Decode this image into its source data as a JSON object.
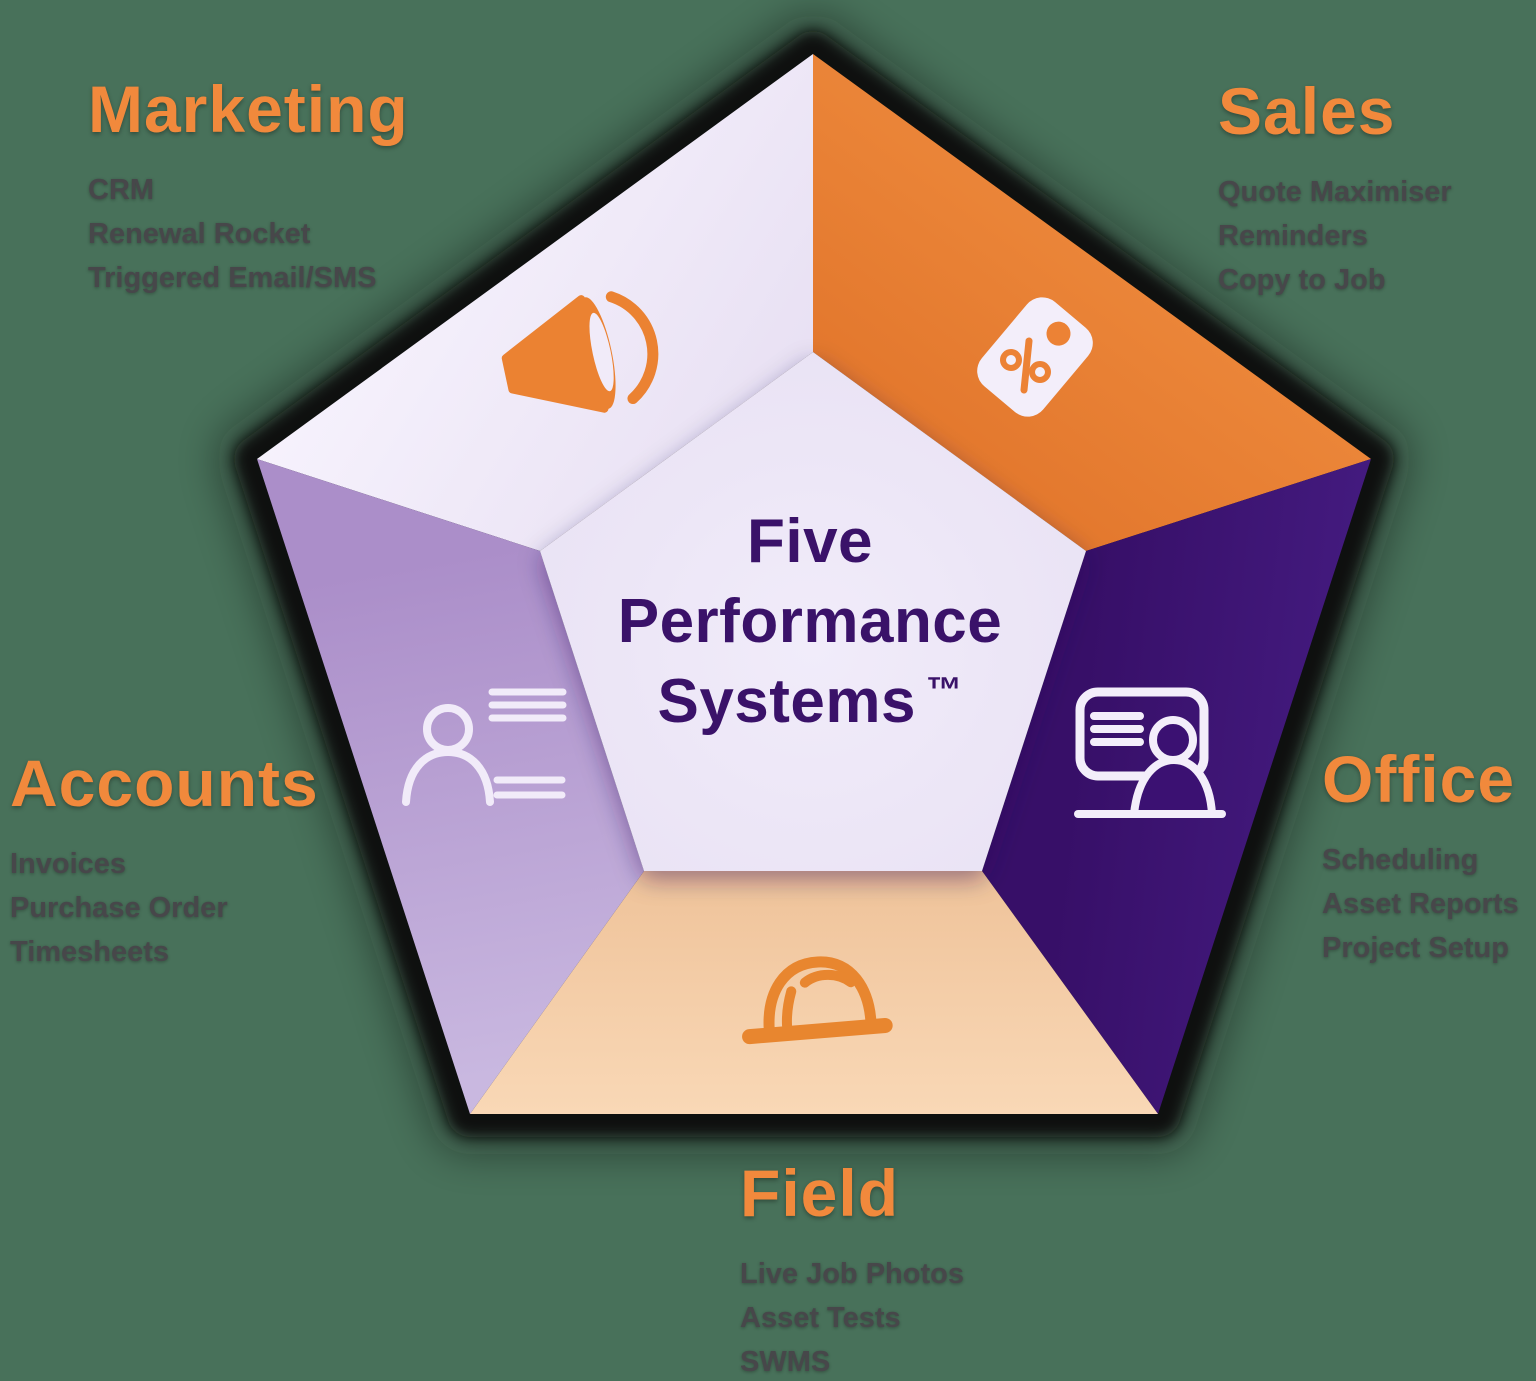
{
  "background_color": "#48715A",
  "center_title": {
    "line1": "Five",
    "line2": "Performance",
    "line3": "Systems",
    "trademark": "™",
    "text_color": "#3A1269"
  },
  "heading_color": "#F1893C",
  "item_text_color": "#47474A",
  "sections": {
    "marketing": {
      "label": "Marketing",
      "items": [
        "CRM",
        "Renewal Rocket",
        "Triggered Email/SMS"
      ],
      "icon": "megaphone-icon",
      "segment_color": "#F2EDFA"
    },
    "sales": {
      "label": "Sales",
      "items": [
        "Quote Maximiser",
        "Reminders",
        "Copy to Job"
      ],
      "icon": "price-tag-icon",
      "segment_color": "#EC8235"
    },
    "office": {
      "label": "Office",
      "items": [
        "Scheduling",
        "Asset Reports",
        "Project Setup"
      ],
      "icon": "monitor-person-icon",
      "segment_color": "#3B1172"
    },
    "field": {
      "label": "Field",
      "items": [
        "Live Job Photos",
        "Asset Tests",
        "SWMS"
      ],
      "icon": "hard-hat-icon",
      "segment_color": "#F5CEA8"
    },
    "accounts": {
      "label": "Accounts",
      "items": [
        "Invoices",
        "Purchase Order",
        "Timesheets"
      ],
      "icon": "person-notes-icon",
      "segment_color": "#B49BD0"
    }
  }
}
